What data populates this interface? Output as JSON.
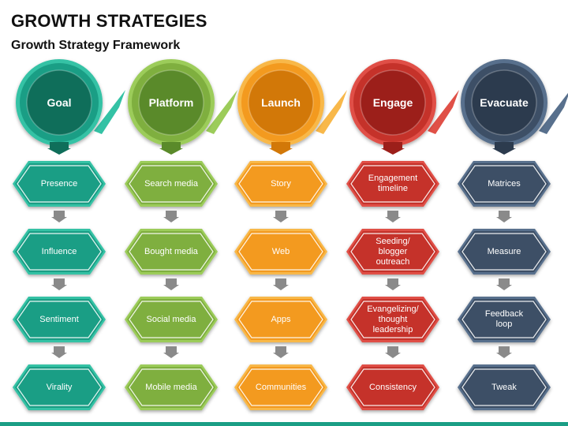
{
  "title": "GROWTH STRATEGIES",
  "subtitle": "Growth Strategy Framework",
  "columns": [
    {
      "title": "Goal",
      "colors": {
        "ring": "#1a9e85",
        "ringLight": "#34c2a5",
        "core": "#0f6e5a",
        "hex": "#1a9e85",
        "hexDark": "#0f6e5a"
      },
      "items": [
        "Presence",
        "Influence",
        "Sentiment",
        "Virality"
      ]
    },
    {
      "title": "Platform",
      "colors": {
        "ring": "#7faf3f",
        "ringLight": "#9ccc5a",
        "core": "#5a8a2a",
        "hex": "#7faf3f",
        "hexDark": "#557f26"
      },
      "items": [
        "Search media",
        "Bought media",
        "Social media",
        "Mobile media"
      ]
    },
    {
      "title": "Launch",
      "colors": {
        "ring": "#f39a1f",
        "ringLight": "#f8b84a",
        "core": "#d27808",
        "hex": "#f39a1f",
        "hexDark": "#c9720a"
      },
      "items": [
        "Story",
        "Web",
        "Apps",
        "Communities"
      ]
    },
    {
      "title": "Engage",
      "colors": {
        "ring": "#c5322a",
        "ringLight": "#e05047",
        "core": "#9c1f1a",
        "hex": "#c5322a",
        "hexDark": "#8f1c17"
      },
      "items": [
        "Engagement\ntimeline",
        "Seeding/\nblogger\noutreach",
        "Evangelizing/\nthought\nleadership",
        "Consistency"
      ]
    },
    {
      "title": "Evacuate",
      "colors": {
        "ring": "#3d4f66",
        "ringLight": "#58708d",
        "core": "#2c3b4e",
        "hex": "#3d4f66",
        "hexDark": "#2a384a"
      },
      "items": [
        "Matrices",
        "Measure",
        "Feedback\nloop",
        "Tweak"
      ]
    }
  ],
  "colors": {
    "arrow": "#8a8a8a",
    "arrowLight": "#b5b5b5",
    "bar": "#1a9e85"
  }
}
